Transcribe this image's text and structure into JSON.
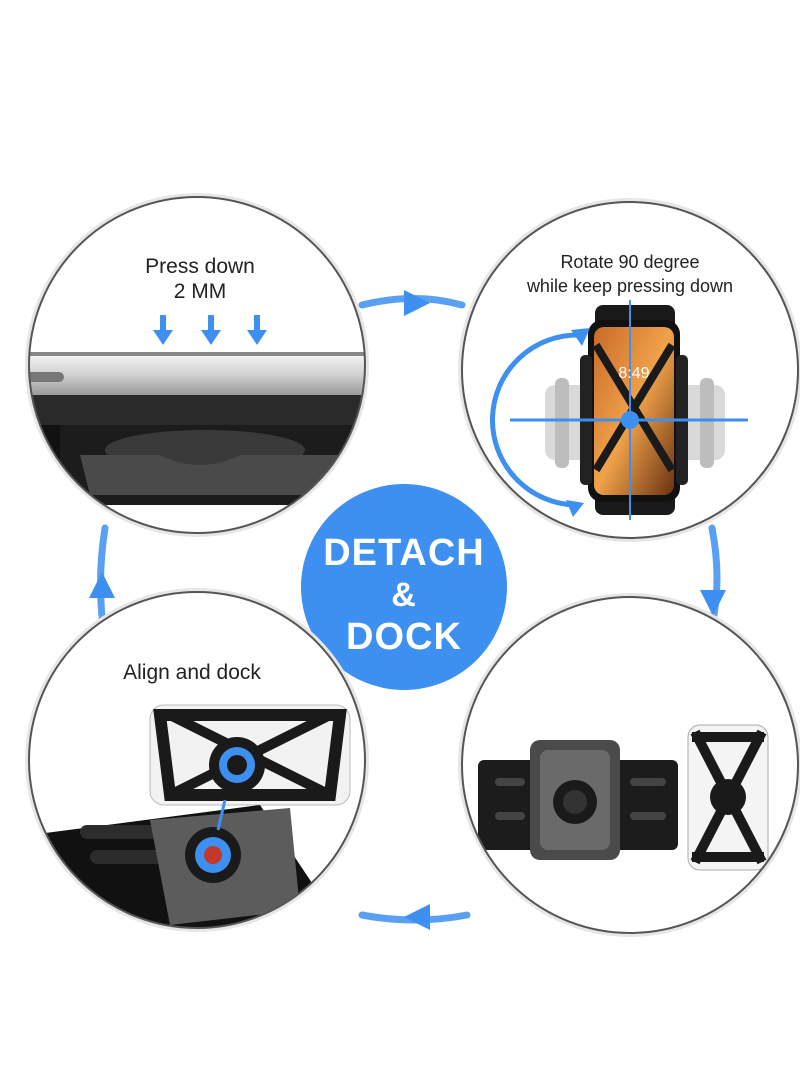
{
  "center": {
    "line1": "DETACH",
    "line2": "&",
    "line3": "DOCK",
    "color": "#3d8ff0"
  },
  "panels": {
    "top_left": {
      "line1": "Press down",
      "line2": "2 MM"
    },
    "top_right": {
      "line1": "Rotate 90 degree",
      "line2": "while keep pressing down",
      "phone_time": "8:49"
    },
    "bottom_left": {
      "line1": "Align and dock"
    },
    "bottom_right": {}
  },
  "colors": {
    "accent": "#3d8ff0",
    "circle_stroke": "#555555",
    "circle_shadow": "#d8d8d8"
  }
}
